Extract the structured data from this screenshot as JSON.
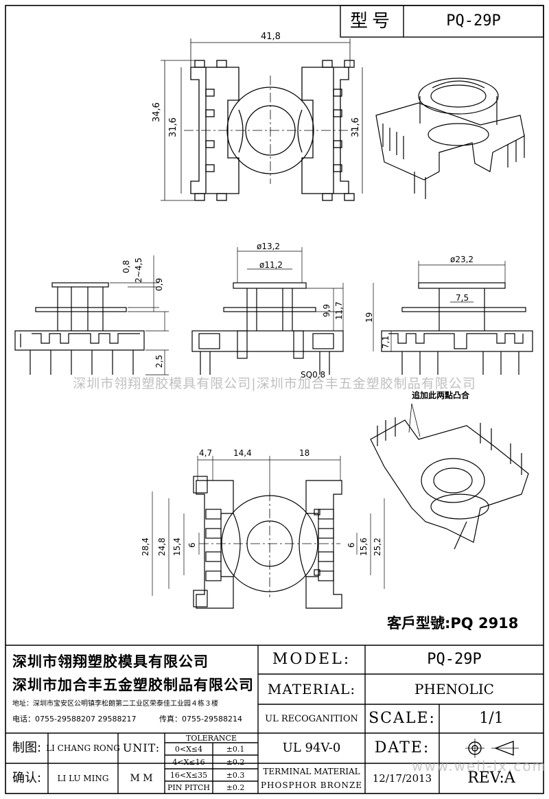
{
  "title_block": {
    "type_label": "型号",
    "type_value": "PQ-29P"
  },
  "dimensions": {
    "top_width": "41,8",
    "top_height_outer": "34,6",
    "top_height_inner": "31,6",
    "top_height_right": "31,6",
    "side_d1": "0,8",
    "side_d2": "2~4,5",
    "side_d3": "0,9",
    "side_d4": "2,5",
    "front_dia_outer": "ø13,2",
    "front_dia_inner": "ø11,2",
    "front_h1": "9,9",
    "front_h2": "11,7",
    "front_sq": "SQ0,8",
    "right_dia": "ø23,2",
    "right_w": "7,5",
    "right_h": "19",
    "right_h2": "7,1",
    "bottom_w1": "4,7",
    "bottom_w2": "14,4",
    "bottom_w3": "18",
    "bottom_h1": "28,4",
    "bottom_h2": "24,8",
    "bottom_h3": "15,4",
    "bottom_h4": "6",
    "bottom_h5": "6",
    "bottom_h6": "15,6",
    "bottom_h7": "25,2"
  },
  "annotation_callout": "追加此两點凸合",
  "customer_model": "客戶型號:PQ 2918",
  "watermark_text": "深圳市翎翔塑胶模具有限公司|深圳市加合丰五金塑胶制品有限公司",
  "watermark_url": "www.well-lx.com",
  "company": {
    "name1": "深圳市翎翔塑胶模具有限公司",
    "name2": "深圳市加合丰五金塑胶制品有限公司",
    "address": "地址：深圳市宝安区公明镇李松朗第二工业区荣泰佳工业园４栋３楼",
    "phone": "电话：0755-29588207 29588217",
    "fax": "传真：0755-29588214"
  },
  "specs": {
    "model_label": "MODEL:",
    "model_value": "PQ-29P",
    "material_label": "MATERIAL:",
    "material_value": "PHENOLIC",
    "ul_label": "UL RECOGANITION",
    "ul_value": "UL 94V-0",
    "scale_label": "SCALE:",
    "scale_value": "1/1",
    "date_label": "DATE:",
    "date_value": "12/17/2013",
    "rev_label": "REV:A",
    "terminal_line1": "TERMINAL MATERIAL",
    "terminal_line2": "PHOSPHOR  BRONZE"
  },
  "signoff": {
    "drawn_label": "制图:",
    "drawn_by": "LI CHANG RONG",
    "approved_label": "确认:",
    "approved_by": "LI LU MING",
    "unit_label": "UNIT:",
    "unit_value": "M M"
  },
  "tolerance": {
    "header": "TOLERANCE",
    "rows": [
      {
        "range": "0<X≤4",
        "value": "±0.1"
      },
      {
        "range": "4<X≤16",
        "value": "±0.2"
      },
      {
        "range": "16<X≤35",
        "value": "±0.3"
      },
      {
        "range": "PIN PITCH",
        "value": "±0.2"
      }
    ]
  }
}
